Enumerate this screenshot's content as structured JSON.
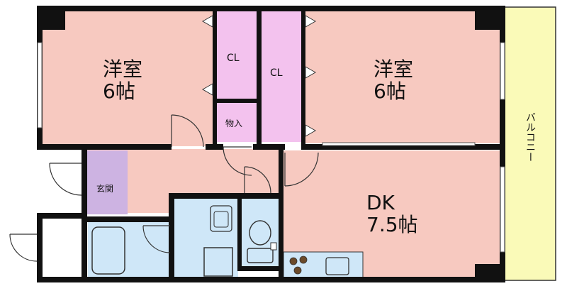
{
  "rooms": {
    "western_left": {
      "name": "洋室",
      "size": "6帖"
    },
    "western_right": {
      "name": "洋室",
      "size": "6帖"
    },
    "closet_left": {
      "name": "CL"
    },
    "closet_right": {
      "name": "CL"
    },
    "storage": {
      "name": "物入"
    },
    "entrance": {
      "name": "玄関"
    },
    "dining_kitchen": {
      "name": "DK",
      "size": "7.5帖"
    },
    "balcony": {
      "name": "バルコニー"
    }
  },
  "colors": {
    "room_pink": "#f7c9c0",
    "closet_pink": "#f3c2ee",
    "entrance_purple": "#cdb3e2",
    "wet_blue": "#cfe7f8",
    "balcony_yellow": "#fafab8",
    "wall": "#111111"
  }
}
